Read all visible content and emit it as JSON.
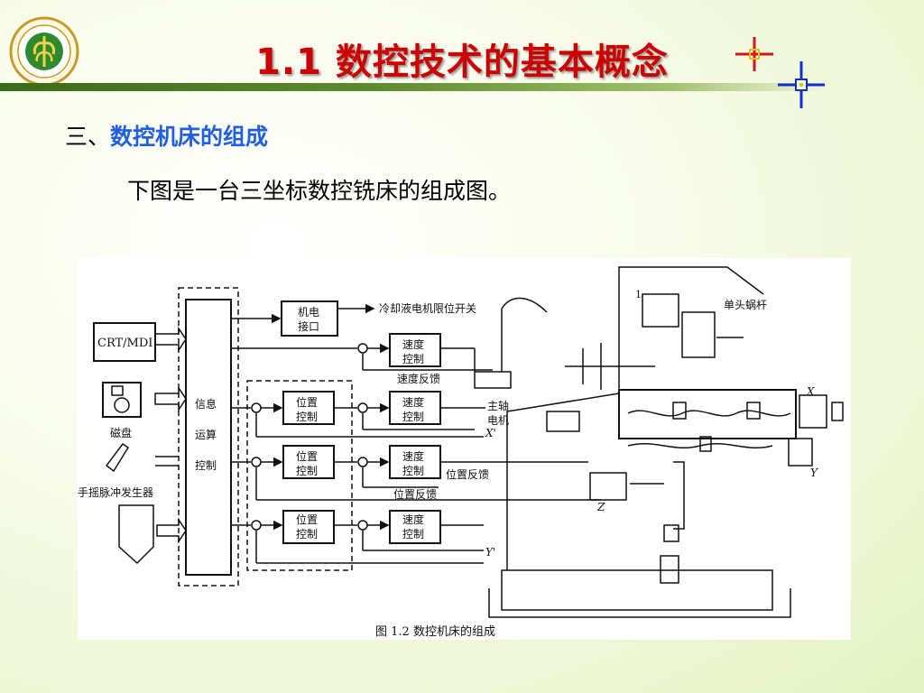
{
  "slide": {
    "title": "1.1  数控技术的基本概念",
    "section_prefix": "三、",
    "section_title": "数控机床的组成",
    "body": "下图是一台三坐标数控铣床的组成图。"
  },
  "figure": {
    "caption": "图 1.2   数控机床的组成",
    "labels": {
      "crt": "CRT/MDI",
      "disk": "磁盘",
      "handwheel": "手摇脉冲发生器",
      "cpu_1": "信息",
      "cpu_2": "运算",
      "cpu_3": "控制",
      "mech_1": "机电",
      "mech_2": "接口",
      "coolant": "冷却液电机限位开关",
      "speed_1": "速度",
      "speed_2": "控制",
      "pos_1": "位置",
      "pos_2": "控制",
      "speed_fb": "速度反馈",
      "pos_fb": "位置反馈",
      "spindle_1": "主轴",
      "spindle_2": "电机",
      "worm": "单头蜗杆",
      "ax_x": "X",
      "ax_y": "Y",
      "ax_z": "Z",
      "ax_xp": "X'",
      "ax_yp": "Y'",
      "num_1": "1"
    }
  },
  "colors": {
    "title": "#cc0000",
    "section_highlight": "#1f5fe0",
    "rule": "#3a6b1a"
  },
  "icons": [
    "university-logo",
    "crosshair-red-icon",
    "crosshair-blue-icon"
  ]
}
